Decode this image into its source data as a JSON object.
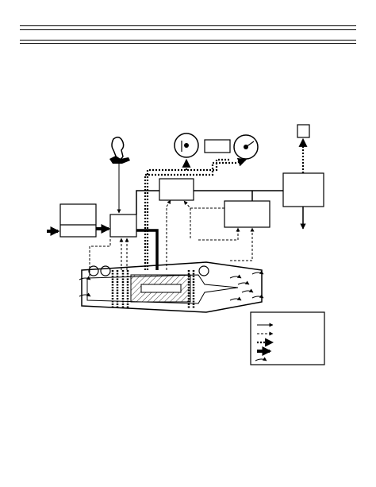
{
  "page": {
    "background": "#ffffff",
    "ink": "#000000"
  },
  "diagram": {
    "kind": "turbine-engine-control-schematic",
    "components": [
      "pilot-throttle-lever-icon",
      "fuel-supply-box",
      "fuel-control-unit-box",
      "upper-controller-box",
      "lower-controller-box",
      "right-controller-box",
      "left-dial-gauge-icon",
      "right-dial-gauge-icon",
      "small-top-right-box",
      "turbine-engine-cutaway",
      "legend-box"
    ],
    "legend_entries": [
      {
        "line_style": "solid-thin-arrow",
        "label": ""
      },
      {
        "line_style": "dashed-arrow",
        "label": ""
      },
      {
        "line_style": "dotted-bold-arrow",
        "label": ""
      },
      {
        "line_style": "heavy-arrow",
        "label": ""
      },
      {
        "line_style": "airflow-arrow",
        "label": ""
      }
    ]
  }
}
